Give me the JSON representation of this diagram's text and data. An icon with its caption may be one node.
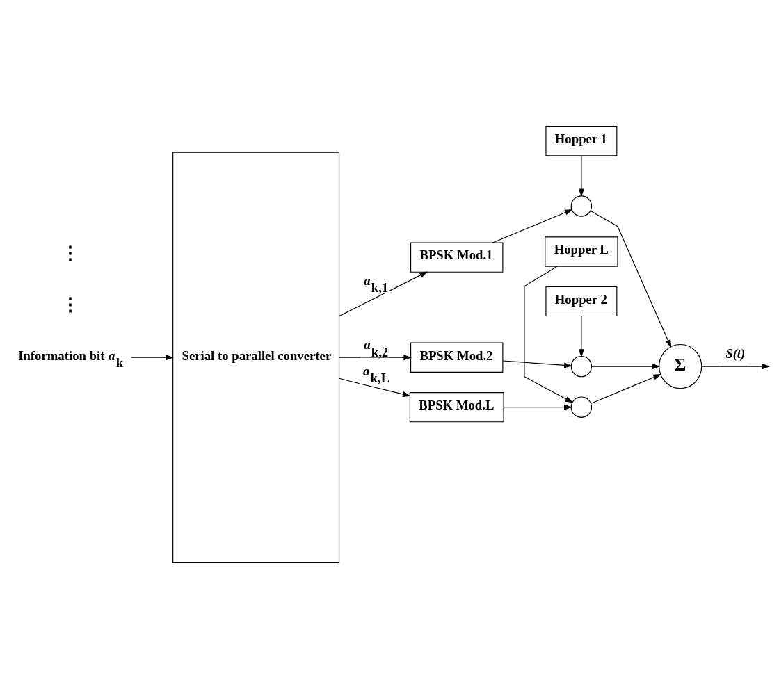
{
  "diagram": {
    "nodes": [
      {
        "text": [
          "Information bit *a*$_{k}$"
        ]
      },
      {
        "text": [
          "Serial to parallel converter"
        ]
      },
      {
        "text": [
          "BPSK Mod.1"
        ]
      },
      {
        "text": [],
        "shape": "circle"
      },
      {
        "text": [
          "Hopper 1"
        ]
      },
      {
        "text": [
          "BPSK Mod.2"
        ]
      },
      {
        "text": [],
        "shape": "circle"
      },
      {
        "text": [
          "Hopper 2"
        ]
      },
      {
        "text": [
          "BPSK Mod.L"
        ]
      },
      {
        "text": [],
        "shape": "circle"
      },
      {
        "text": [
          "Hopper L"
        ]
      },
      {
        "text": [
          "Σ"
        ]
      }
    ],
    "edges": [
      {
        "from": 0,
        "to": 1,
        "arrow": "to"
      },
      {
        "from": 1,
        "to": 2,
        "arrow": "to",
        "label": "*a*$_{k,1}$"
      },
      {
        "from": 2,
        "to": 3,
        "arrow": "to"
      },
      {
        "from": 4,
        "to": 3,
        "arrow": "to"
      },
      {
        "from": 3,
        "to": 11,
        "arrow": "to"
      },
      {
        "from": 1,
        "to": 5,
        "arrow": "to",
        "label": "*a*$_{k,2}$"
      },
      {
        "from": 5,
        "to": 6,
        "arrow": "to"
      },
      {
        "from": 7,
        "to": 6,
        "arrow": "to"
      },
      {
        "from": 6,
        "to": 11,
        "arrow": "to"
      },
      {
        "from": 1,
        "to": 8,
        "arrow": "to",
        "label": "*a*$_{k,L}$"
      },
      {
        "from": 8,
        "to": 9,
        "arrow": "to"
      },
      {
        "from": 10,
        "to": 9,
        "arrow": "to"
      },
      {
        "from": 9,
        "to": 11,
        "arrow": "to"
      },
      {
        "from": 11,
        "to": null,
        "arrow": "to",
        "label": "*S(t)*"
      }
    ],
    "labels": [
      "⋮",
      "⋮"
    ]
  }
}
